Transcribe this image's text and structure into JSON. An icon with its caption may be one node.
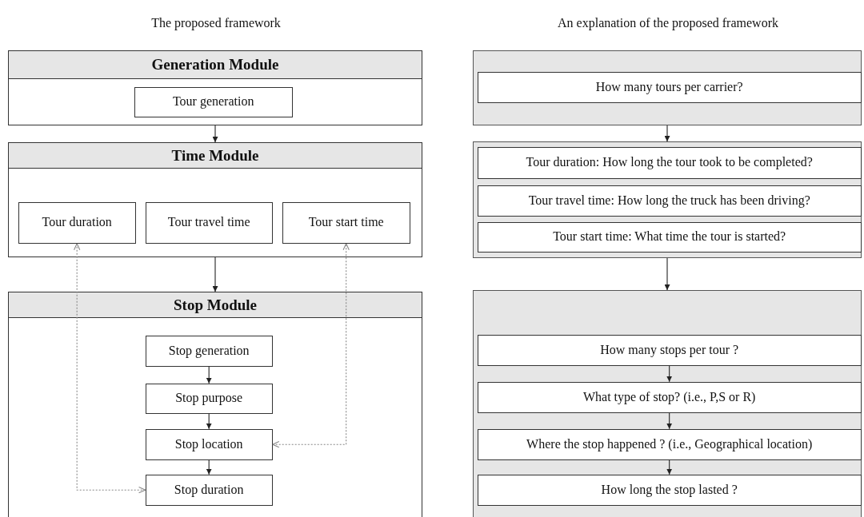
{
  "diagram": {
    "nodes": [
      {
        "text": [
          "Generation Module"
        ]
      },
      {
        "text": [
          "Tour generation"
        ],
        "in": 0
      },
      {
        "text": [
          "Time Module"
        ]
      },
      {
        "text": [
          "Tour duration"
        ],
        "in": 2
      },
      {
        "text": [
          "Tour travel time"
        ],
        "in": 2
      },
      {
        "text": [
          "Tour start time"
        ],
        "in": 2
      },
      {
        "text": [
          "Stop Module"
        ]
      },
      {
        "text": [
          "Stop generation"
        ],
        "in": 6
      },
      {
        "text": [
          "Stop purpose"
        ],
        "in": 6
      },
      {
        "text": [
          "Stop location"
        ],
        "in": 6
      },
      {
        "text": [
          "Stop duration"
        ],
        "in": 6
      },
      {
        "text": [],
        "shape": "box"
      },
      {
        "text": [
          "How many tours per carrier?"
        ],
        "in": 11
      },
      {
        "text": [],
        "shape": "box"
      },
      {
        "text": [
          "Tour duration: How long the tour took to be completed?"
        ],
        "in": 13
      },
      {
        "text": [
          "Tour travel time: How long the truck has been driving?"
        ],
        "in": 13
      },
      {
        "text": [
          "Tour start time: What time the tour is started?"
        ],
        "in": 13
      },
      {
        "text": [],
        "shape": "box"
      },
      {
        "text": [
          "How many stops per tour ?"
        ],
        "in": 17
      },
      {
        "text": [
          "What type of stop? (i.e., P,S or R)"
        ],
        "in": 17
      },
      {
        "text": [
          "Where the stop happened ? (i.e., Geographical location)"
        ],
        "in": 17
      },
      {
        "text": [
          "How long the stop lasted ?"
        ],
        "in": 17
      }
    ],
    "edges": [
      {
        "from": 0,
        "to": 2,
        "arrow": "to"
      },
      {
        "from": 2,
        "to": 6,
        "arrow": "to"
      },
      {
        "from": 7,
        "to": 8,
        "arrow": "to"
      },
      {
        "from": 8,
        "to": 9,
        "arrow": "to"
      },
      {
        "from": 9,
        "to": 10,
        "arrow": "to"
      },
      {
        "from": 10,
        "to": 3,
        "arrow": "both",
        "style": "dashed",
        "color": "#888888"
      },
      {
        "from": 9,
        "to": 5,
        "arrow": "both",
        "style": "dashed",
        "color": "#888888"
      },
      {
        "from": 11,
        "to": 13,
        "arrow": "to"
      },
      {
        "from": 13,
        "to": 17,
        "arrow": "to"
      },
      {
        "from": 18,
        "to": 19,
        "arrow": "to"
      },
      {
        "from": 19,
        "to": 20,
        "arrow": "to"
      },
      {
        "from": 20,
        "to": 21,
        "arrow": "to"
      }
    ],
    "labels": [
      "The proposed framework",
      "An explanation of the proposed framework"
    ]
  }
}
